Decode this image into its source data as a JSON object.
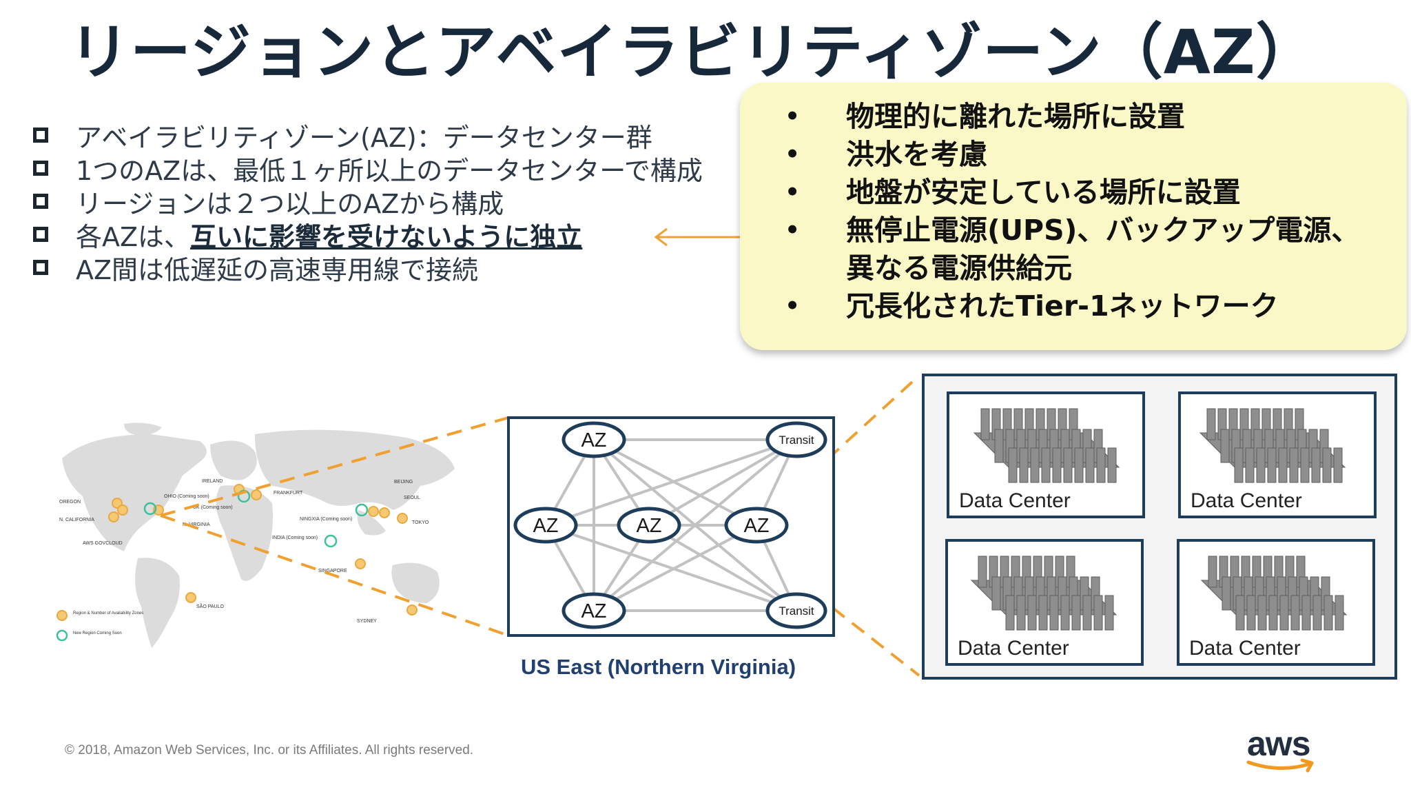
{
  "title": "リージョンとアベイラビリティゾーン（AZ）",
  "bullets": [
    {
      "text": "アベイラビリティゾーン(AZ)：データセンター群"
    },
    {
      "text": "1つのAZは、最低１ヶ所以上のデータセンターで構成"
    },
    {
      "text": "リージョンは２つ以上のAZから構成"
    },
    {
      "prefix": "各AZは、",
      "emphasis": "互いに影響を受けないように独立"
    },
    {
      "text": "AZ間は低遅延の高速専用線で接続"
    }
  ],
  "callout": [
    {
      "bullet": "•",
      "text": "物理的に離れた場所に設置"
    },
    {
      "bullet": "•",
      "text": "洪水を考慮"
    },
    {
      "bullet": "•",
      "text": "地盤が安定している場所に設置"
    },
    {
      "bullet": "•",
      "text": "無停止電源(UPS)、バックアップ電源、"
    },
    {
      "bullet": "",
      "text": "異なる電源供給元"
    },
    {
      "bullet": "•",
      "text": "冗長化されたTier-1ネットワーク"
    }
  ],
  "map": {
    "labels": {
      "oregon": "OREGON",
      "n_california": "N. CALIFORNIA",
      "aws_govcloud": "AWS GOVCLOUD",
      "ohio": "OHIO (Coming soon)",
      "n_virginia": "N. VIRGINIA",
      "ireland": "IRELAND",
      "uk": "UK (Coming soon)",
      "frankfurt": "FRANKFURT",
      "beijing": "BEIJING",
      "seoul": "SEOUL",
      "ningxia": "NINGXIA (Coming soon)",
      "tokyo": "TOKYO",
      "india": "INDIA (Coming soon)",
      "singapore": "SINGAPORE",
      "sao_paulo": "SÃO PAULO",
      "sydney": "SYDNEY"
    },
    "legend": {
      "region": "Region & Number of Availability Zones",
      "new_region": "New Region Coming Soon"
    }
  },
  "network": {
    "az_label": "AZ",
    "transit_label": "Transit"
  },
  "region_caption": "US East (Northern Virginia)",
  "data_centers": [
    "Data Center",
    "Data Center",
    "Data Center",
    "Data Center"
  ],
  "footer": "© 2018, Amazon Web Services, Inc. or its Affiliates. All rights reserved.",
  "logo": "aws",
  "colors": {
    "accent_orange": "#f0a030",
    "navy": "#1e3d5a",
    "callout_bg": "#fbf8c7",
    "caption_blue": "#22406f"
  }
}
